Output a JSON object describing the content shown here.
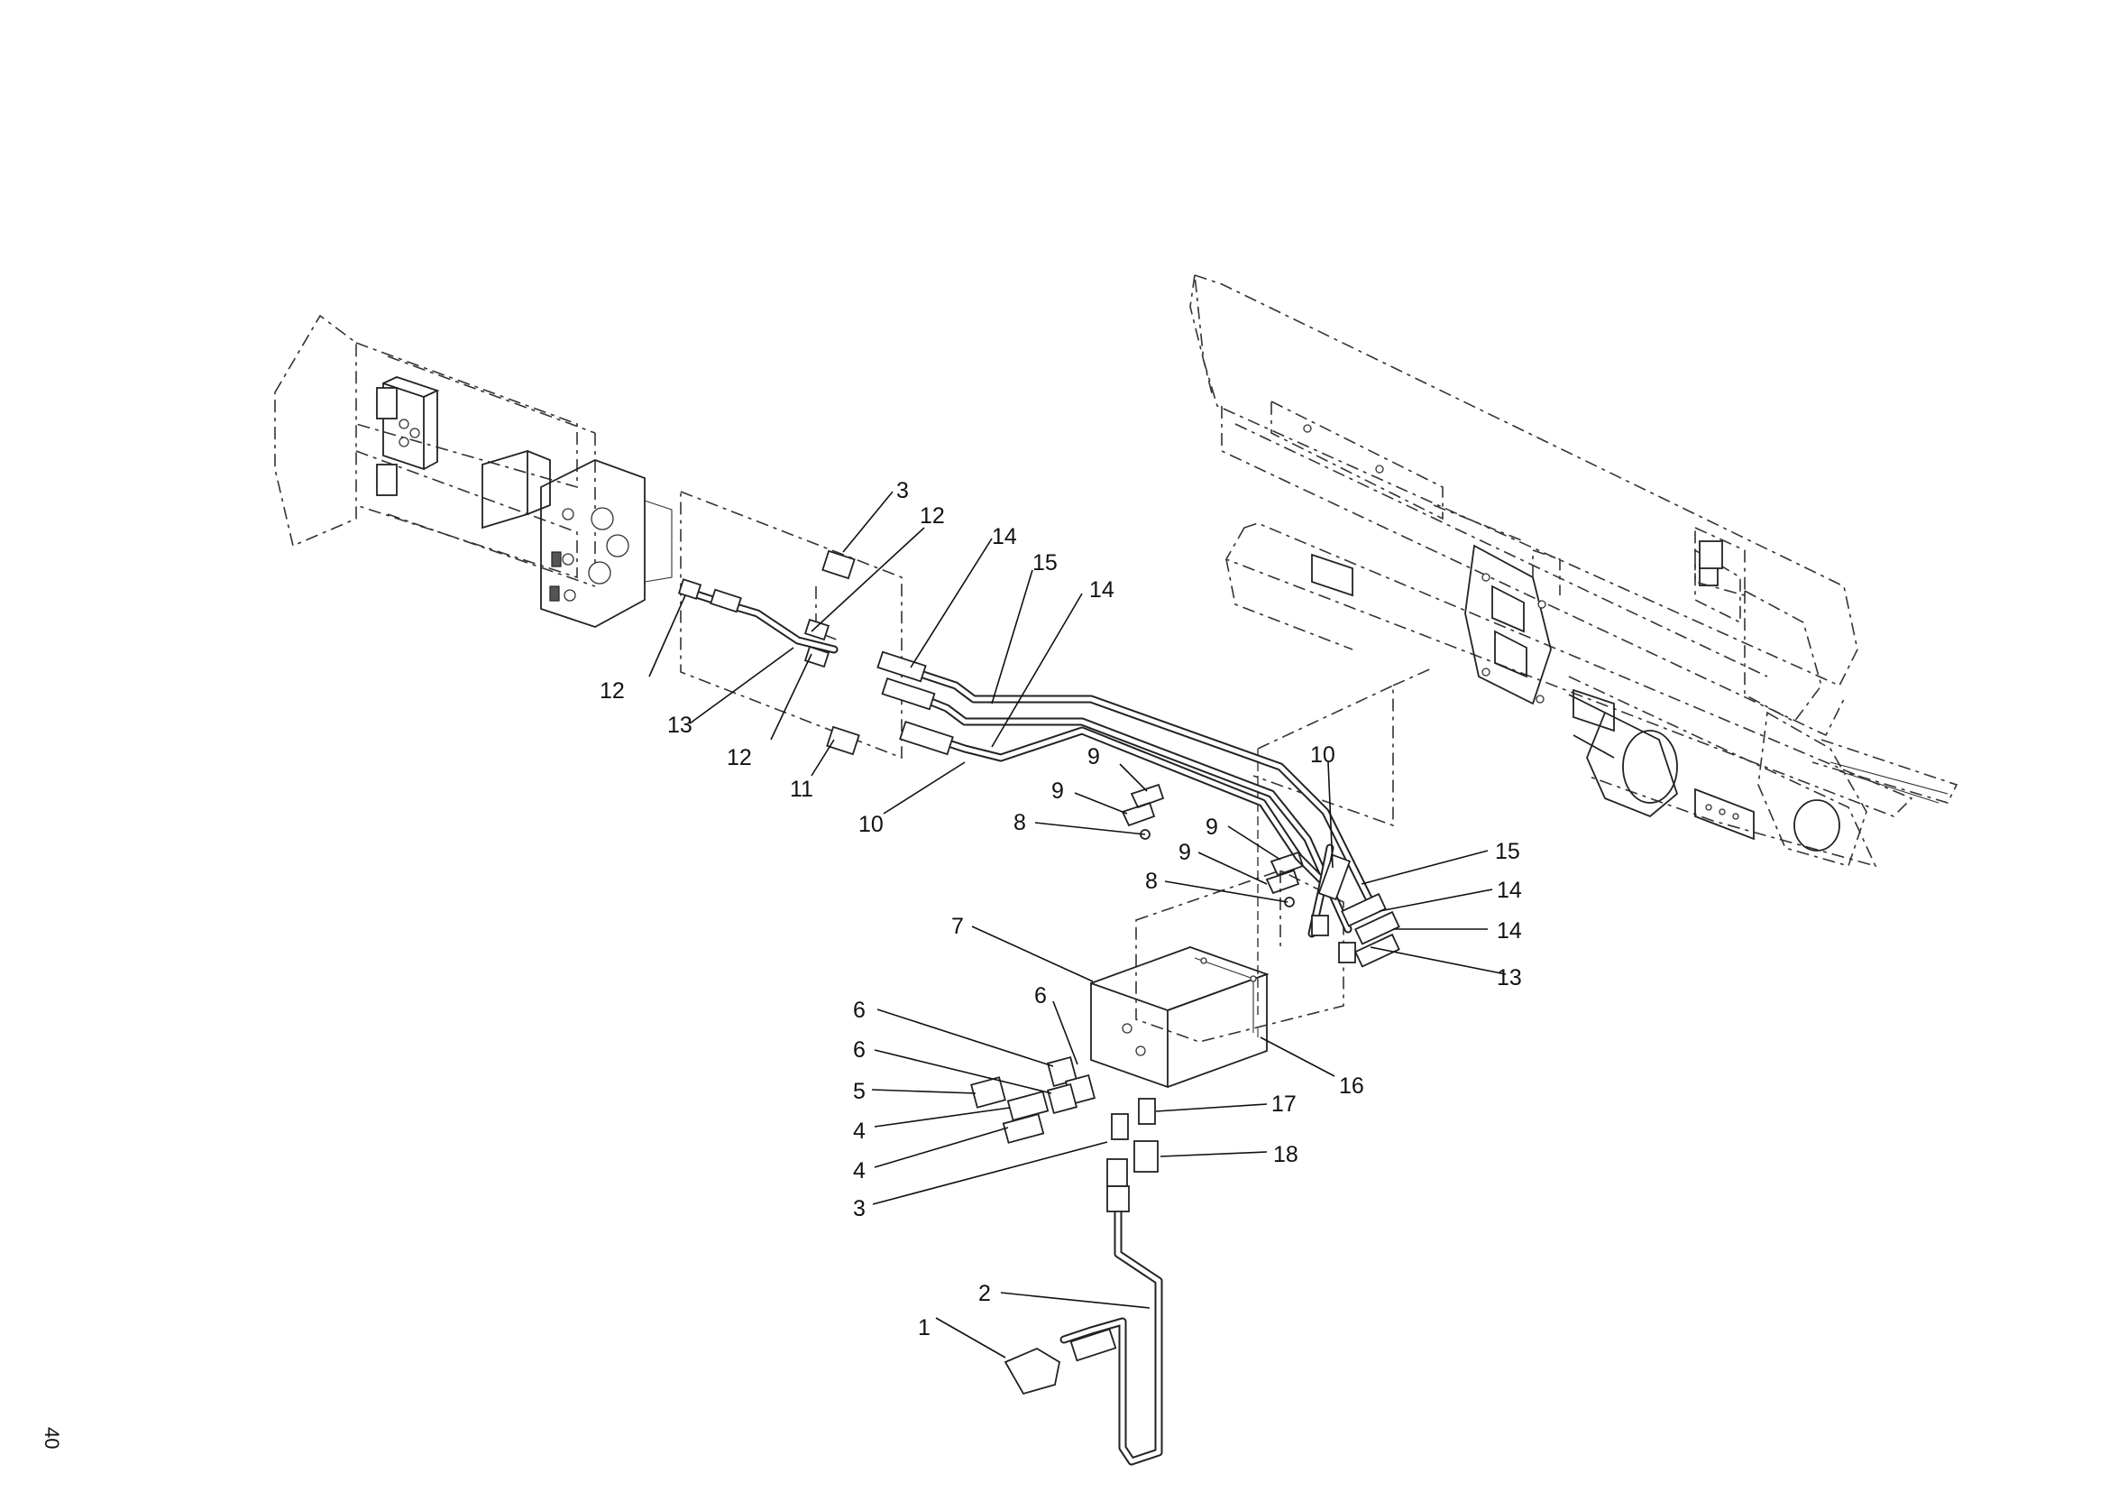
{
  "page_number": "40",
  "callouts": [
    {
      "label": "1"
    },
    {
      "label": "2"
    },
    {
      "label": "3"
    },
    {
      "label": "3"
    },
    {
      "label": "4"
    },
    {
      "label": "4"
    },
    {
      "label": "5"
    },
    {
      "label": "6"
    },
    {
      "label": "6"
    },
    {
      "label": "6"
    },
    {
      "label": "7"
    },
    {
      "label": "8"
    },
    {
      "label": "8"
    },
    {
      "label": "9"
    },
    {
      "label": "9"
    },
    {
      "label": "9"
    },
    {
      "label": "9"
    },
    {
      "label": "10"
    },
    {
      "label": "10"
    },
    {
      "label": "11"
    },
    {
      "label": "12"
    },
    {
      "label": "12"
    },
    {
      "label": "12"
    },
    {
      "label": "13"
    },
    {
      "label": "13"
    },
    {
      "label": "14"
    },
    {
      "label": "14"
    },
    {
      "label": "14"
    },
    {
      "label": "14"
    },
    {
      "label": "15"
    },
    {
      "label": "15"
    },
    {
      "label": "16"
    },
    {
      "label": "17"
    },
    {
      "label": "18"
    }
  ]
}
